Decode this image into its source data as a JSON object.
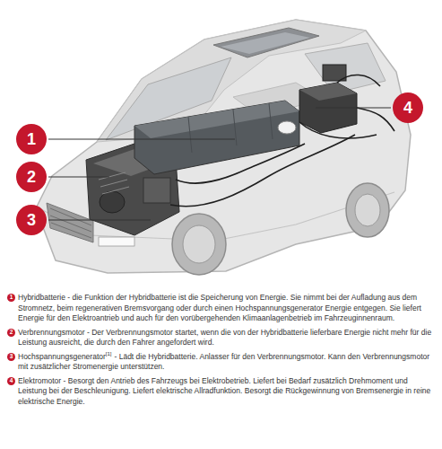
{
  "diagram": {
    "nodes": [
      {
        "text": [
          "1"
        ]
      },
      {
        "text": [
          "2"
        ]
      },
      {
        "text": [
          "3"
        ]
      },
      {
        "text": [
          "4"
        ]
      },
      {
        "text": [
          "1"
        ]
      },
      {
        "text": [
          "2"
        ]
      },
      {
        "text": [
          "3"
        ]
      },
      {
        "text": [
          "4"
        ]
      }
    ],
    "labels": [
      "Hybridbatterie - die Funktion der Hybridbatterie ist die Speicherung von Energie. Sie nimmt bei der Aufladung aus dem Stromnetz, beim regenerativen Bremsvorgang oder durch einen Hochspannungsgenerator Energie entgegen. Sie liefert Energie für den Elektroantrieb und auch für den vorübergehenden Klimaanlagenbetrieb im Fahrzeuginnenraum.",
      "Verbrennungsmotor - Der Verbrennungsmotor startet, wenn die von der Hybridbatterie lieferbare Energie nicht mehr für die Leistung ausreicht, die durch den Fahrer angefordert wird.",
      "Hochspannungsgenerator",
      "[1]",
      "- Lädt die Hybridbatterie. Anlasser für den Verbrennungsmotor. Kann den Verbrennungsmotor mit zusätzlicher Stromenergie unterstützen.",
      "Elektromotor - Besorgt den Antrieb des Fahrzeugs bei Elektrobetrieb. Liefert bei Bedarf zusätzlich Drehmoment und Leistung bei der Beschleunigung. Liefert elektrische Allradfunktion. Besorgt die Rückgewinnung von Bremsenergie in reine elektrische Energie."
    ]
  }
}
